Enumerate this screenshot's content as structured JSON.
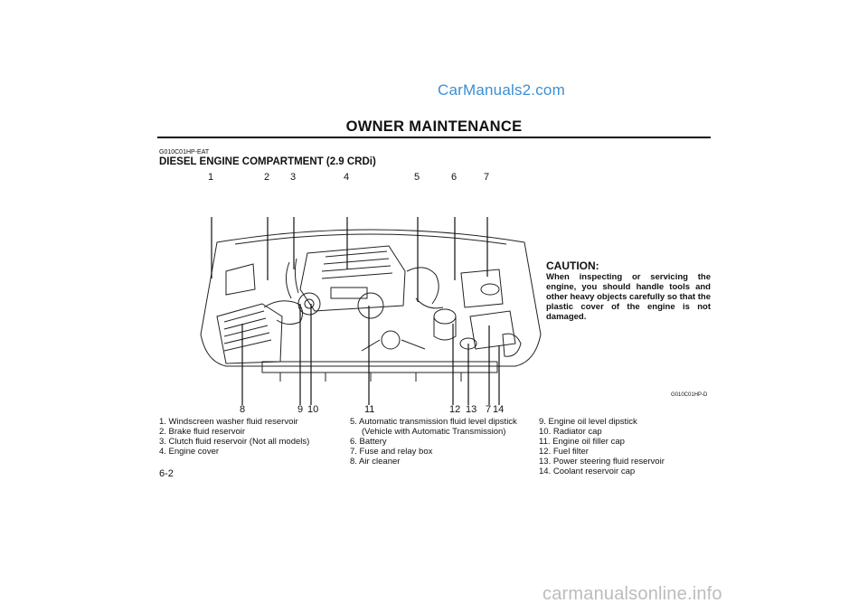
{
  "watermark_top": "CarManuals2.com",
  "header": {
    "title": "OWNER MAINTENANCE"
  },
  "code_top": "G010C01HP-EAT",
  "section_title": "DIESEL ENGINE COMPARTMENT (2.9 CRDi)",
  "callouts_top": [
    "1",
    "2",
    "3",
    "4",
    "5",
    "6",
    "7"
  ],
  "callouts_bottom": [
    "8",
    "9",
    "10",
    "11",
    "12",
    "13",
    "7",
    "14"
  ],
  "caution": {
    "title": "CAUTION:",
    "body": "When inspecting or servicing the engine, you should handle tools and other heavy objects carefully so that the plastic cover of the engine is not damaged."
  },
  "figure_code": "G010C01HP-D",
  "legend_col1": [
    "1.  Windscreen washer fluid reservoir",
    "2.  Brake fluid reservoir",
    "3.  Clutch fluid reservoir (Not all models)",
    "4.  Engine cover"
  ],
  "legend_col2": [
    "5.  Automatic transmission fluid level dipstick",
    "(Vehicle with Automatic Transmission)",
    "6.  Battery",
    "7.  Fuse and relay box",
    "8.  Air cleaner"
  ],
  "legend_col3": [
    "9.  Engine oil level dipstick",
    "10. Radiator cap",
    "11. Engine oil filler cap",
    "12. Fuel filter",
    "13. Power steering fluid reservoir",
    "14. Coolant reservoir cap"
  ],
  "page_number": "6-2",
  "watermark_bottom": "carmanualsonline.info"
}
